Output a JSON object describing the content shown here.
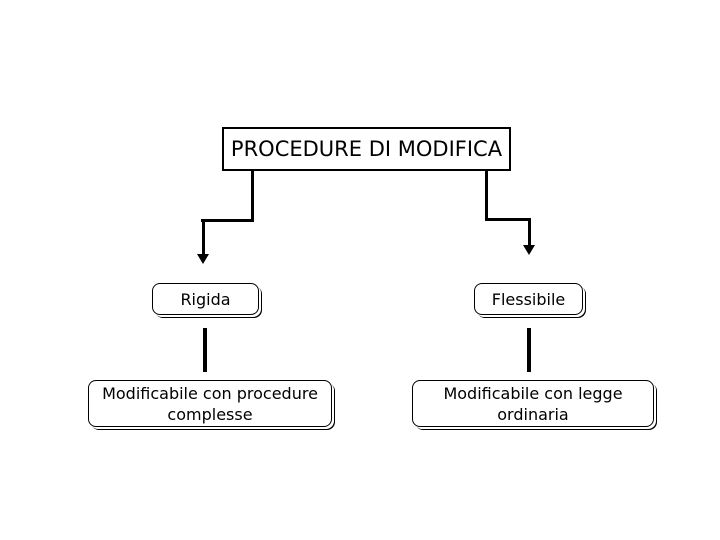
{
  "title": {
    "label": "PROCEDURE DI MODIFICA"
  },
  "branches": [
    {
      "label": "Rigida",
      "description_line1": "Modificabile con procedure",
      "description_line2": "complesse"
    },
    {
      "label": "Flessibile",
      "description_line1": "Modificabile con legge",
      "description_line2": "ordinaria"
    }
  ],
  "colors": {
    "background": "#ffffff",
    "line": "#000000",
    "text": "#000000"
  }
}
